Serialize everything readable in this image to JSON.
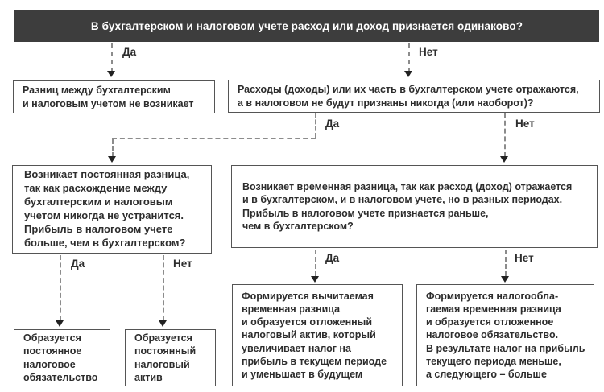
{
  "header": {
    "text": "В бухгалтерском и налоговом учете расход или доход признается одинаково?"
  },
  "edge_labels": {
    "yes": "Да",
    "no": "Нет"
  },
  "boxes": {
    "no_difference": {
      "text": "Разниц между бухгалтерским\nи налоговым учетом не возникает"
    },
    "never_recognized_question": {
      "text": "Расходы (доходы) или их часть в бухгалтерском учете отражаются,\nа в налоговом не будут признаны никогда (или наоборот)?"
    },
    "permanent_difference": {
      "text": "Возникает постоянная разница,\nтак как расхождение между\nбухгалтерским и налоговым\nучетом никогда не устранится.\nПрибыль в налоговом учете\nбольше, чем в бухгалтерском?"
    },
    "temporary_difference": {
      "text": "Возникает временная разница, так как расход (доход) отражается\nи в бухгалтерском, и в налоговом учете, но в разных периодах.\nПрибыль в налоговом учете признается раньше,\nчем в бухгалтерском?"
    },
    "permanent_tax_liability": {
      "text": "Образуется\nпостоянное\nналоговое\nобязательство"
    },
    "permanent_tax_asset": {
      "text": "Образуется\nпостоянный\nналоговый\nактив"
    },
    "deductible_temporary_difference": {
      "text": "Формируется вычитаемая\nвременная разница\nи образуется отложенный\nналоговый актив, который\nувеличивает налог на\nприбыль в текущем периоде\nи уменьшает в будущем"
    },
    "taxable_temporary_difference": {
      "text": "Формируется налогообла-\nгаемая временная разница\nи образуется отложенное\nналоговое обязательство.\nВ результате налог на прибыль\nтекущего периода меньше,\nа следующего – больше"
    }
  },
  "colors": {
    "background": "#ffffff",
    "header_bg": "#3d3d3d",
    "header_text": "#ffffff",
    "box_bg": "#ffffff",
    "box_border": "#555555",
    "text": "#2d2d2d",
    "connector": "#8c8c8c",
    "arrow": "#222222"
  }
}
